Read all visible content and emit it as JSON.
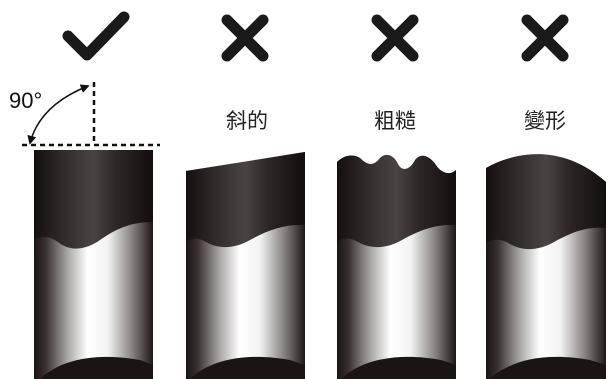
{
  "figure": {
    "angle_label": "90°",
    "panels": [
      {
        "name": "correct-cut",
        "mark": "check",
        "caption": ""
      },
      {
        "name": "slanted-cut",
        "mark": "cross",
        "caption": "斜的"
      },
      {
        "name": "rough-cut",
        "mark": "cross",
        "caption": "粗糙"
      },
      {
        "name": "deformed-cut",
        "mark": "cross",
        "caption": "變形"
      }
    ],
    "colors": {
      "mark": "#1a1a1a",
      "rod_dark": "#1b1414",
      "rod_light": "#ffffff",
      "guide_line": "#111111"
    }
  }
}
